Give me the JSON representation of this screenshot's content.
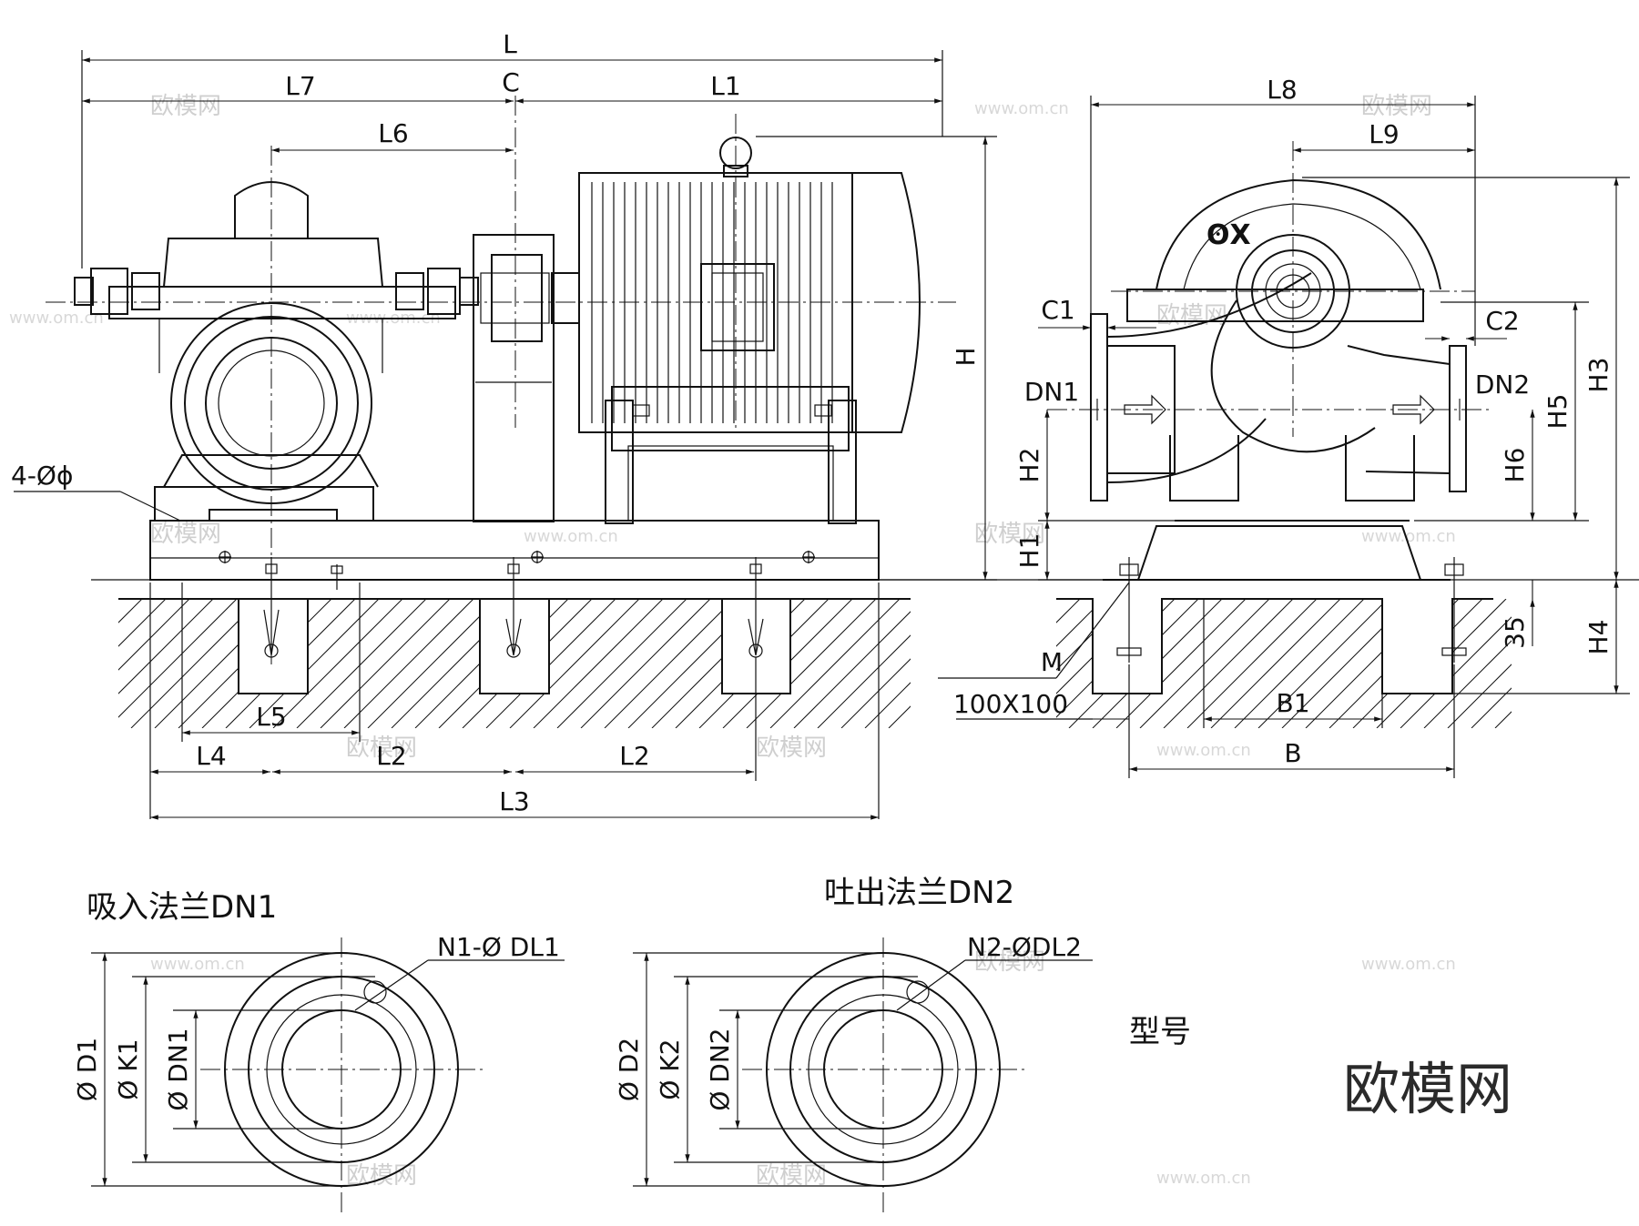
{
  "front_view": {
    "dims": {
      "L": "L",
      "L7": "L7",
      "C": "C",
      "L1": "L1",
      "L6": "L6",
      "H": "H",
      "bolt_holes": "4-Øɸ",
      "L5": "L5",
      "L4": "L4",
      "L2a": "L2",
      "L2b": "L2",
      "L3": "L3"
    }
  },
  "side_view": {
    "dims": {
      "L8": "L8",
      "L9": "L9",
      "C1": "C1",
      "C2": "C2",
      "DN1": "DN1",
      "DN2": "DN2",
      "H1": "H1",
      "H2": "H2",
      "H3": "H3",
      "H4": "H4",
      "H5": "H5",
      "H6": "H6",
      "M": "M",
      "pad": "100X100",
      "B1": "B1",
      "B": "B",
      "depth": "35"
    }
  },
  "suction_flange": {
    "caption": "吸入法兰DN1",
    "holes": "N1-Ø DL1",
    "d_outer": "Ø D1",
    "k": "Ø K1",
    "dn": "Ø DN1"
  },
  "discharge_flange": {
    "caption": "吐出法兰DN2",
    "holes": "N2-ØDL2",
    "d_outer": "Ø D2",
    "k": "Ø K2",
    "dn": "Ø DN2"
  },
  "model_label": "型号",
  "logo_text": "欧模网",
  "watermark_text": "欧模网",
  "watermark_url": "www.om.cn"
}
